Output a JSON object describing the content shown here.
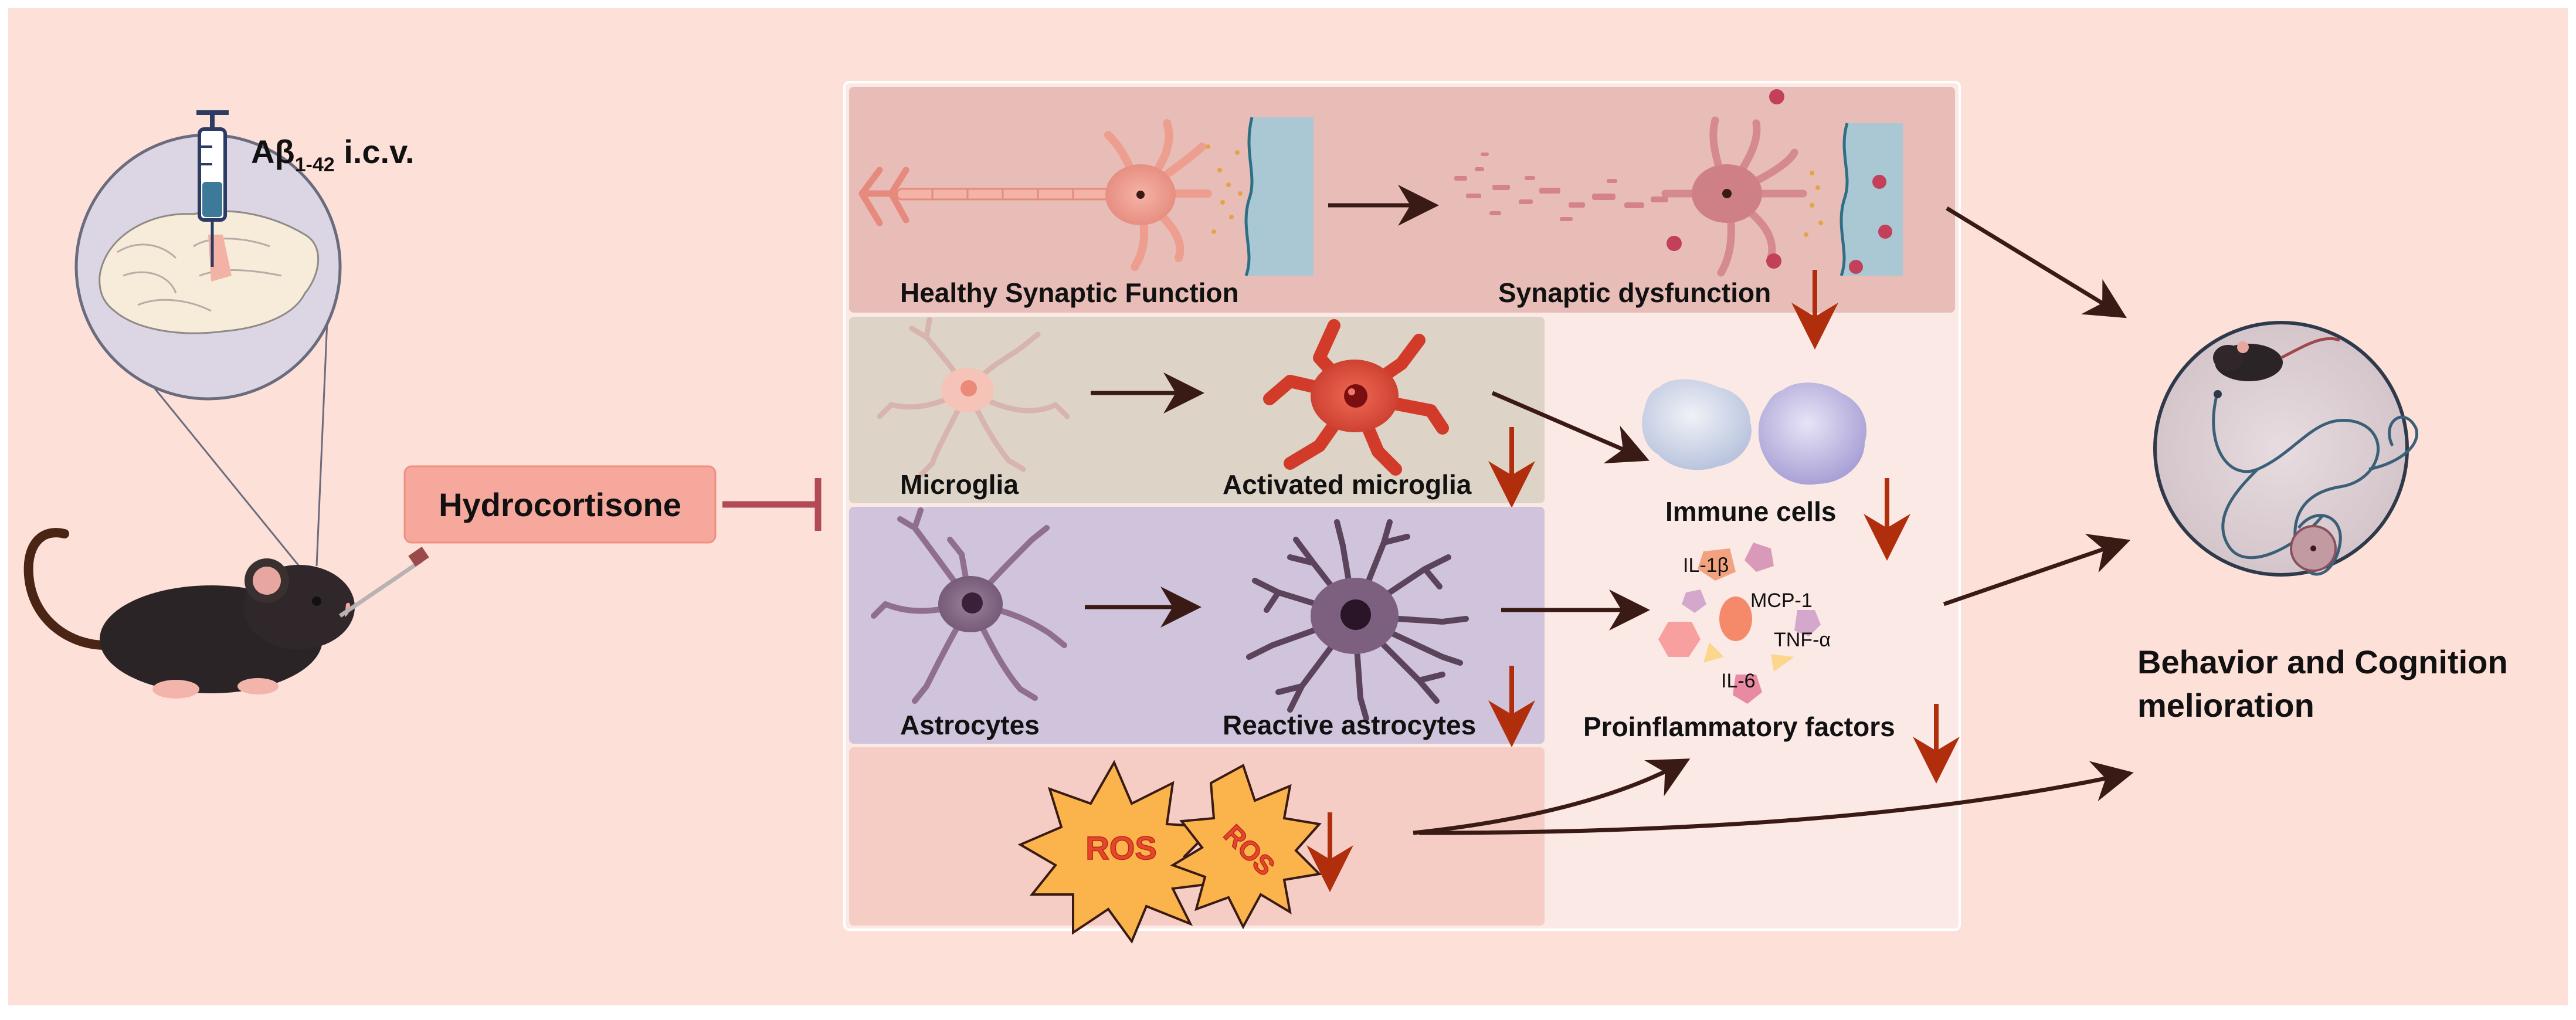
{
  "injection_label_main": "Aβ",
  "injection_label_sub": "1-42",
  "injection_label_rest": " i.c.v.",
  "drug_label": "Hydrocortisone",
  "synapse": {
    "healthy_label": "Healthy Synaptic Function",
    "dysfunction_label": "Synaptic dysfunction"
  },
  "microglia": {
    "resting_label": "Microglia",
    "activated_label": "Activated microglia"
  },
  "astrocytes": {
    "resting_label": "Astrocytes",
    "reactive_label": "Reactive astrocytes"
  },
  "ros": {
    "label_1": "ROS",
    "label_2": "ROS"
  },
  "immune": {
    "label": "Immune cells"
  },
  "cytokines": {
    "il1b": "IL-1β",
    "mcp1": "MCP-1",
    "tnfa": "TNF-α",
    "il6": "IL-6",
    "group_label": "Proinflammatory factors"
  },
  "outcome": {
    "line_1": "Behavior and Cognition",
    "line_2": "melioration"
  },
  "colors": {
    "background": "#fde0d8",
    "inhibit": "#b24a55",
    "decrease_arrow": "#b02e0c",
    "flow_arrow": "#3a1a14",
    "panel_synapse": "#e8bdb8",
    "panel_microglia": "#ddd3c6",
    "panel_astro": "#cfc4dc",
    "panel_ros": "#f6cdc4"
  }
}
